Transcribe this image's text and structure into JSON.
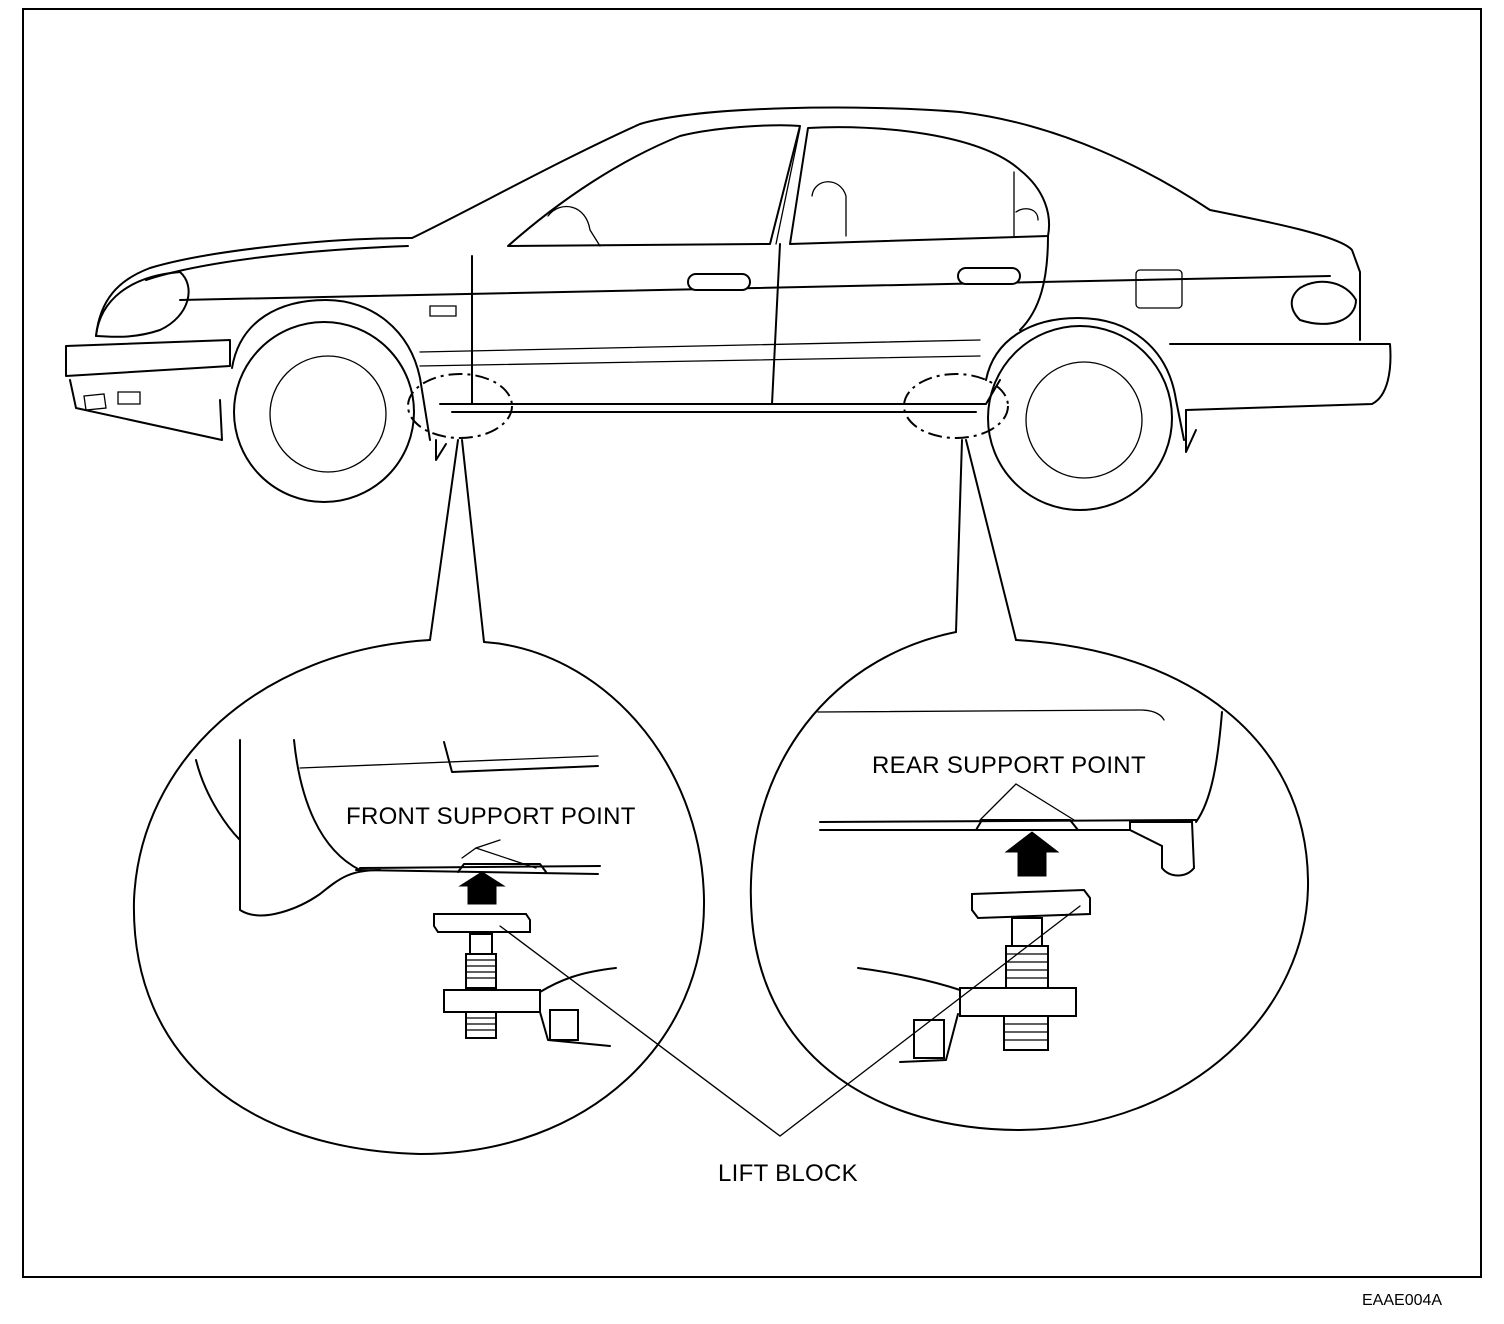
{
  "labels": {
    "front_support_point": "FRONT SUPPORT POINT",
    "rear_support_point": "REAR SUPPORT POINT",
    "lift_block": "LIFT BLOCK",
    "figure_code": "EAAE004A"
  }
}
